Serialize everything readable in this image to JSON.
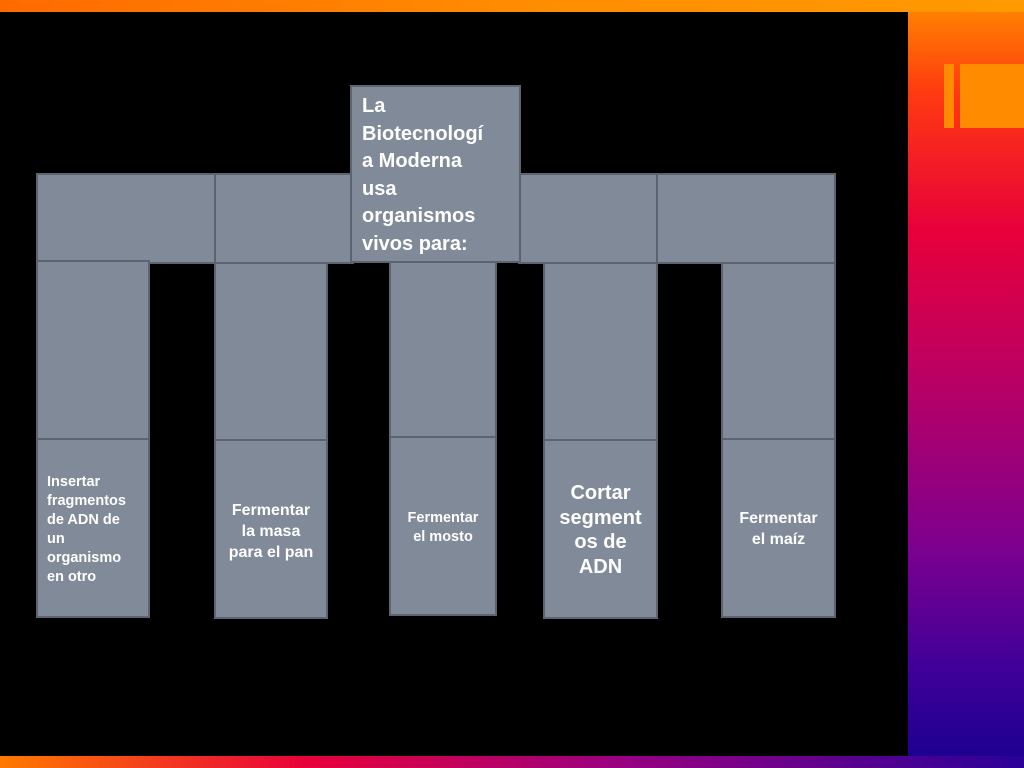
{
  "diagram": {
    "title_lines": [
      "La",
      "Biotecnologí",
      "a Moderna",
      "usa",
      "organismos",
      "vivos para:"
    ],
    "branches": [
      {
        "lines": [
          "Insertar",
          "fragmentos",
          "de ADN de",
          "un",
          "organismo",
          "en otro"
        ]
      },
      {
        "lines": [
          "Fermentar",
          "la masa",
          "para el pan"
        ]
      },
      {
        "lines": [
          "Fermentar",
          "el mosto"
        ]
      },
      {
        "lines": [
          "Cortar",
          "segment",
          "os de",
          "ADN"
        ]
      },
      {
        "lines": [
          "Fermentar",
          "el maíz"
        ]
      }
    ]
  },
  "colors": {
    "box_fill": "#818a98",
    "box_border": "#5d6470",
    "slide_background": "#000000",
    "accent": "#ff8c00"
  }
}
